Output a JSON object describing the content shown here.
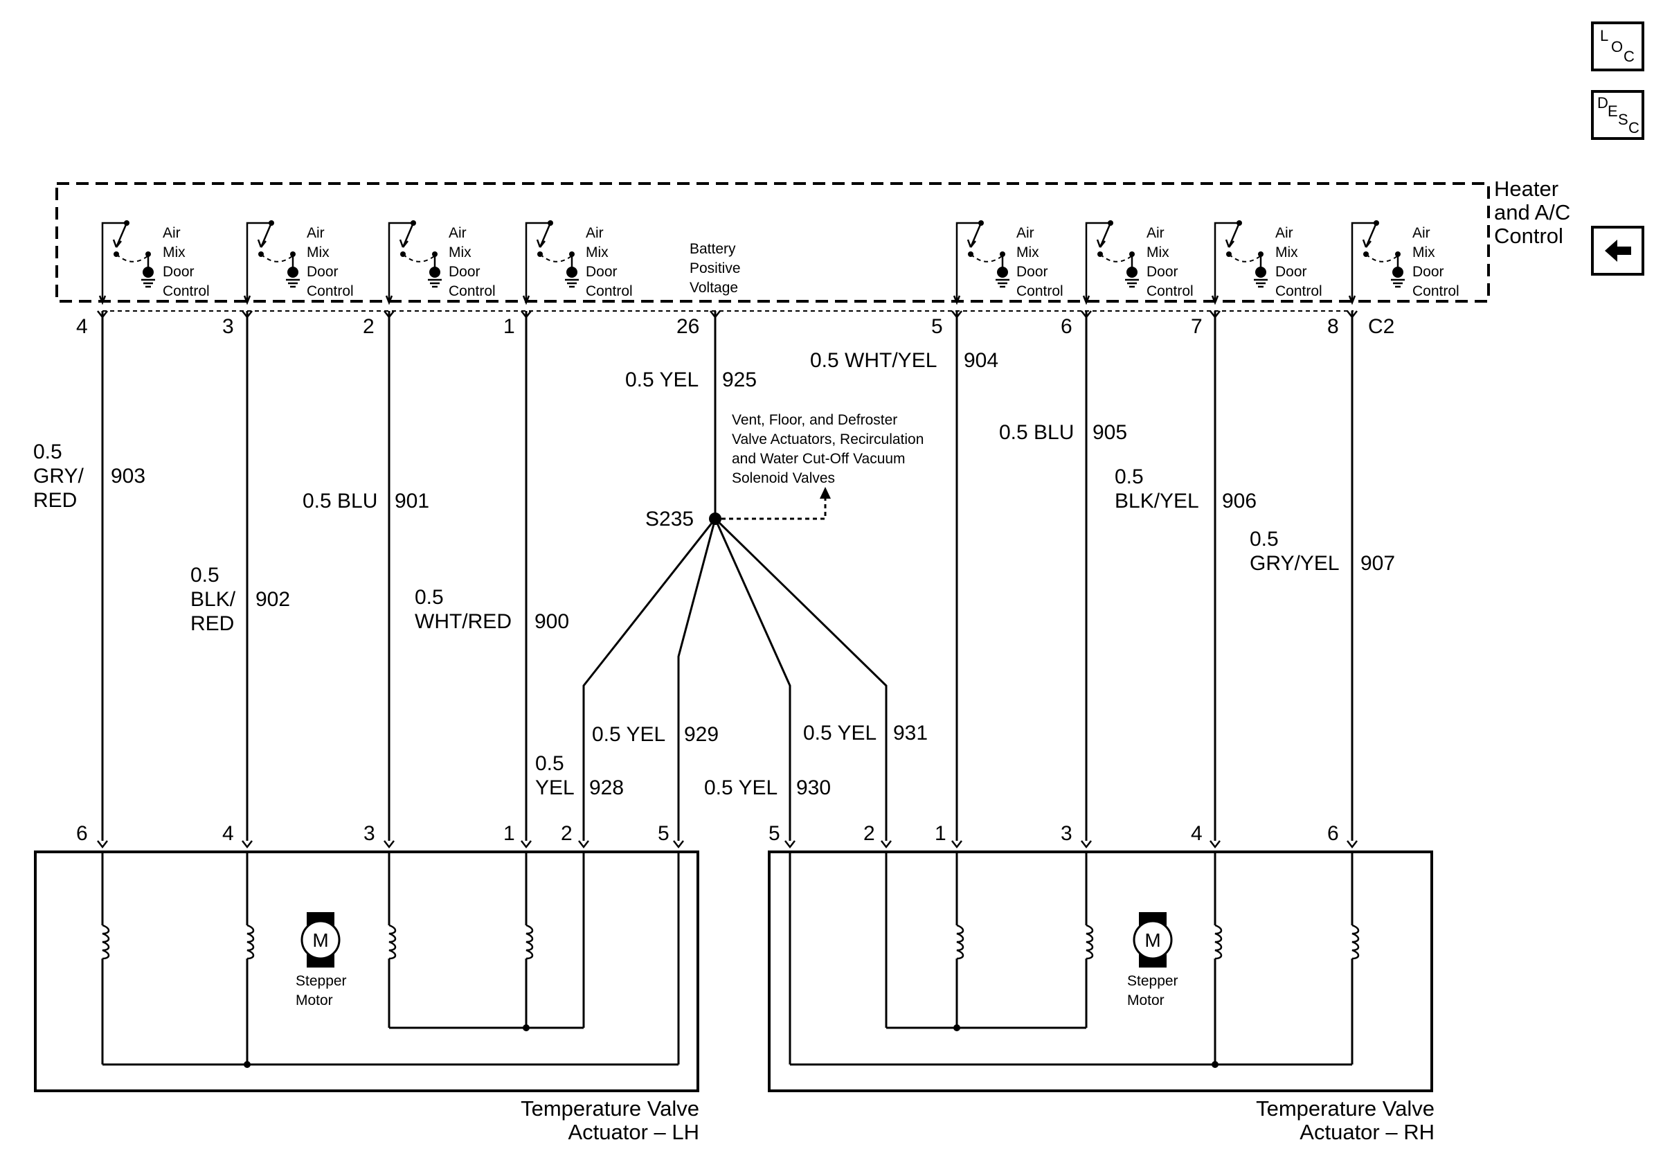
{
  "controller": {
    "title": [
      "Heater",
      "and A/C",
      "Control"
    ],
    "switch_label": [
      "Air",
      "Mix",
      "Door",
      "Control"
    ],
    "battery_label": [
      "Battery",
      "Positive",
      "Voltage"
    ],
    "connector": "C2",
    "pins": [
      "4",
      "3",
      "2",
      "1",
      "26",
      "5",
      "6",
      "7",
      "8"
    ]
  },
  "wires": [
    {
      "lines": [
        "0.5",
        "GRY/",
        "RED"
      ],
      "circuit": "903"
    },
    {
      "lines": [
        "0.5",
        "BLK/",
        "RED"
      ],
      "circuit": "902"
    },
    {
      "lines": [
        "0.5 BLU"
      ],
      "circuit": "901"
    },
    {
      "lines": [
        "0.5",
        "WHT/RED"
      ],
      "circuit": "900"
    },
    {
      "lines": [
        "0.5 YEL"
      ],
      "circuit": "925"
    },
    {
      "lines": [
        "0.5 WHT/YEL"
      ],
      "circuit": "904"
    },
    {
      "lines": [
        "0.5 BLU"
      ],
      "circuit": "905"
    },
    {
      "lines": [
        "0.5",
        "BLK/YEL"
      ],
      "circuit": "906"
    },
    {
      "lines": [
        "0.5",
        "GRY/YEL"
      ],
      "circuit": "907"
    },
    {
      "lines": [
        "0.5",
        "YEL"
      ],
      "circuit": "928"
    },
    {
      "lines": [
        "0.5 YEL"
      ],
      "circuit": "929"
    },
    {
      "lines": [
        "0.5 YEL"
      ],
      "circuit": "930"
    },
    {
      "lines": [
        "0.5 YEL"
      ],
      "circuit": "931"
    }
  ],
  "splice": {
    "id": "S235",
    "note": [
      "Vent, Floor, and Defroster",
      "Valve Actuators, Recirculation",
      "and Water Cut-Off Vacuum",
      "Solenoid Valves"
    ]
  },
  "lh_actuator": {
    "pins": [
      "6",
      "4",
      "3",
      "1",
      "2",
      "5"
    ],
    "motor_symbol": "M",
    "motor_label": [
      "Stepper",
      "Motor"
    ],
    "title": [
      "Temperature Valve",
      "Actuator – LH"
    ]
  },
  "rh_actuator": {
    "pins": [
      "5",
      "2",
      "1",
      "3",
      "4",
      "6"
    ],
    "motor_symbol": "M",
    "motor_label": [
      "Stepper",
      "Motor"
    ],
    "title": [
      "Temperature Valve",
      "Actuator – RH"
    ]
  },
  "nav": {
    "loc": [
      "L",
      "O",
      "C"
    ],
    "desc": [
      "D",
      "E",
      "S",
      "C"
    ],
    "back_icon": "left-arrow-icon"
  }
}
